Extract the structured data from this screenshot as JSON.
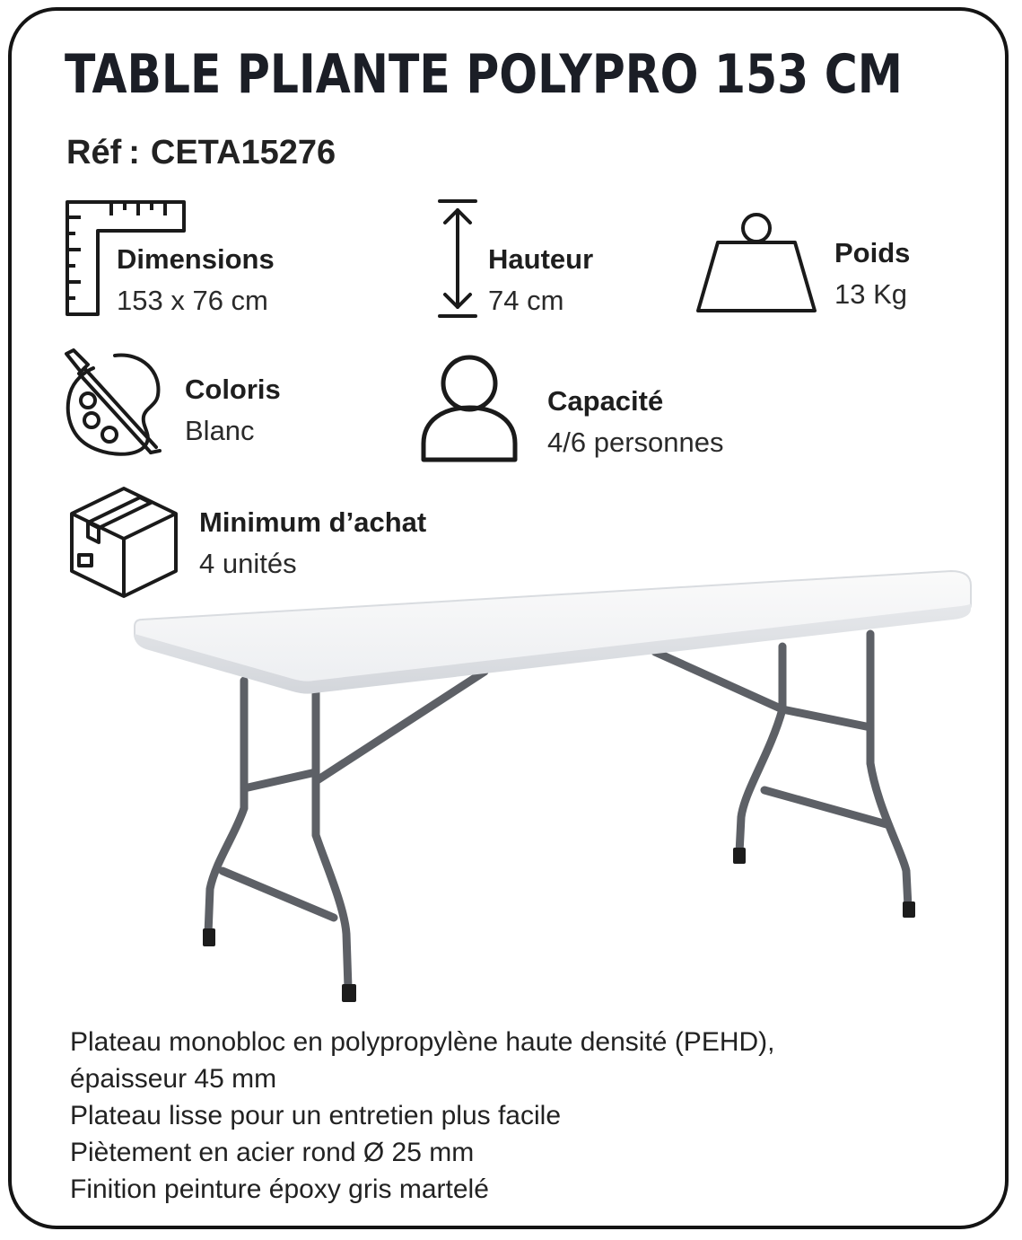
{
  "title": "TABLE PLIANTE POLYPRO 153 CM",
  "reference": {
    "label": "Réf",
    "separator": ":",
    "value": "CETA15276"
  },
  "specs": {
    "dimensions": {
      "label": "Dimensions",
      "value": "153 x 76 cm",
      "icon": "ruler-icon"
    },
    "hauteur": {
      "label": "Hauteur",
      "value": "74 cm",
      "icon": "height-arrow-icon"
    },
    "poids": {
      "label": "Poids",
      "value": "13 Kg",
      "icon": "weight-icon"
    },
    "coloris": {
      "label": "Coloris",
      "value": "Blanc",
      "icon": "palette-icon"
    },
    "capacite": {
      "label": "Capacité",
      "value": "4/6 personnes",
      "icon": "person-icon"
    },
    "minimum": {
      "label": "Minimum d’achat",
      "value": "4 unités",
      "icon": "box-icon"
    }
  },
  "description": [
    "Plateau monobloc en polypropylène haute densité (PEHD),",
    "épaisseur 45 mm",
    "Plateau lisse pour un entretien plus facile",
    "Piètement en acier rond Ø 25 mm",
    "Finition peinture époxy gris martelé"
  ],
  "colors": {
    "border": "#141414",
    "text": "#1f1f1f",
    "tabletop": "#f3f4f6",
    "legs": "#5d6066"
  }
}
